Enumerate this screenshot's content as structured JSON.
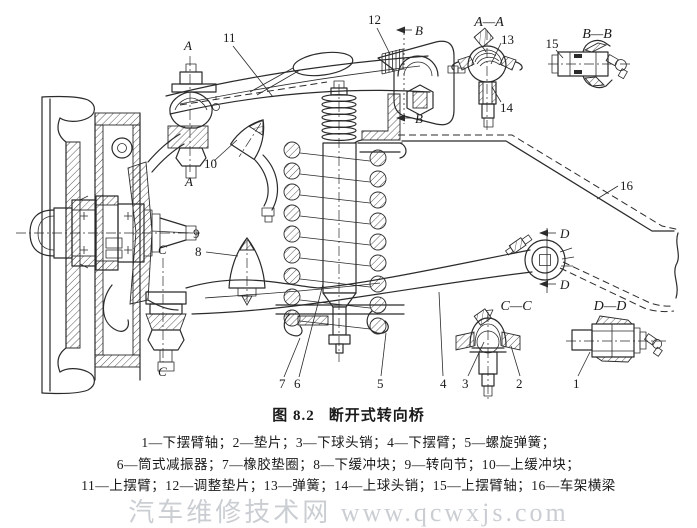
{
  "figure": {
    "caption_prefix": "图 8.2",
    "caption_title": "断开式转向桥",
    "legend_lines": [
      "1—下摆臂轴；2—垫片；3—下球头销；4—下摆臂；5—螺旋弹簧；",
      "6—筒式减振器；7—橡胶垫圈；8—下缓冲块；9—转向节；10—上缓冲块；",
      "11—上摆臂；12—调整垫片；13—弹簧；14—上球头销；15—上摆臂轴；16—车架横梁"
    ]
  },
  "watermark": {
    "text": "汽车维修技术网  www.qcwxjs.com"
  },
  "callouts": {
    "1": "1",
    "2": "2",
    "3": "3",
    "4": "4",
    "5": "5",
    "6": "6",
    "7": "7",
    "8": "8",
    "9": "9",
    "10": "10",
    "11": "11",
    "12": "12",
    "13": "13",
    "14": "14",
    "15": "15",
    "16": "16"
  },
  "sections": {
    "A": "A",
    "B": "B",
    "C": "C",
    "D": "D",
    "AA": "A—A",
    "BB": "B—B",
    "CC": "C—C",
    "DD": "D—D"
  },
  "colors": {
    "line": "#2b2b2b",
    "background": "#ffffff",
    "watermark": "#a8aeb5"
  }
}
